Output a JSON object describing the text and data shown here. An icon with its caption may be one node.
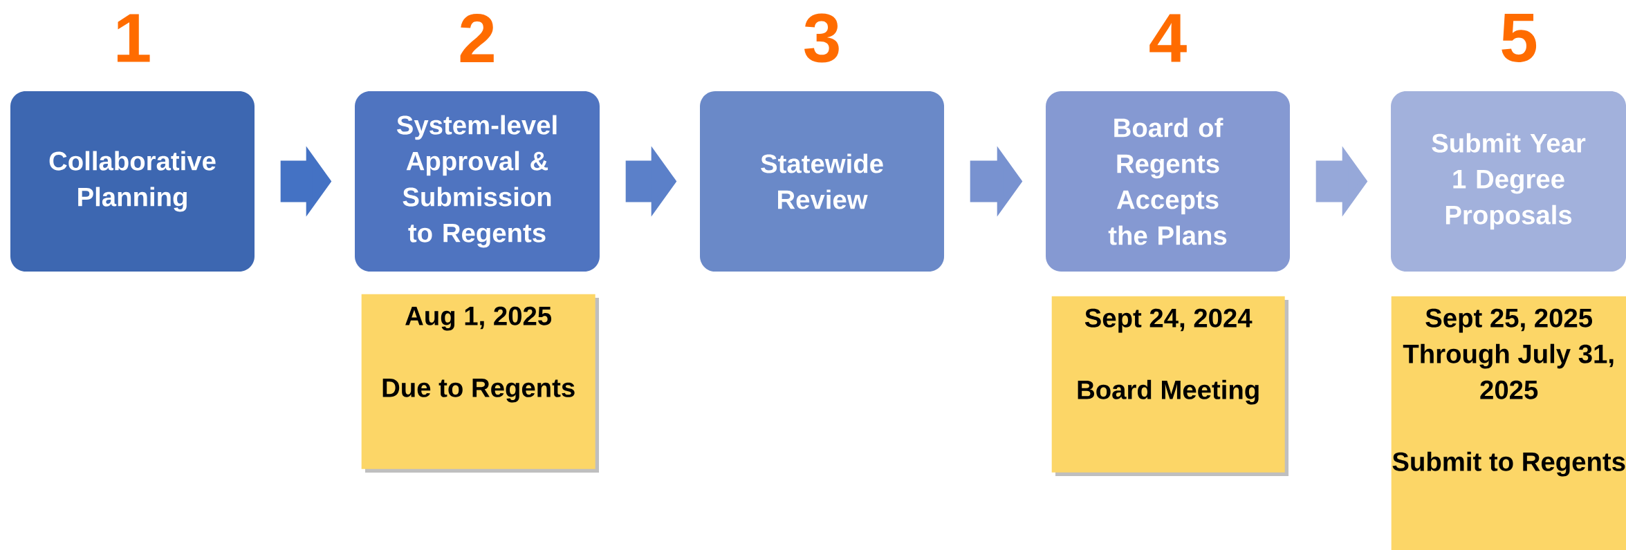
{
  "diagram": {
    "nodes": [
      {
        "text": [
          "Collaborative Planning"
        ],
        "beside": [
          "1"
        ]
      },
      {
        "text": [
          "System-level Approval & Submission to Regents"
        ],
        "beside": [
          "2"
        ]
      },
      {
        "text": [
          "Statewide Review"
        ],
        "beside": [
          "3"
        ]
      },
      {
        "text": [
          "Board of Regents Accepts the Plans"
        ],
        "beside": [
          "4"
        ]
      },
      {
        "text": [
          "Submit Year 1 Degree Proposals"
        ],
        "beside": [
          "5"
        ]
      },
      {
        "text": [
          "Aug 1, 2025",
          "Due to Regents"
        ]
      },
      {
        "text": [
          "Sept 24, 2024",
          "Board Meeting"
        ]
      },
      {
        "text": [
          "Sept 25, 2025 Through July 31, 2025",
          "Submit to Regents"
        ]
      }
    ],
    "edges": [
      {
        "from": 0,
        "to": 1,
        "arrow": "to",
        "color": "#4472c4"
      },
      {
        "from": 1,
        "to": 2,
        "arrow": "to",
        "color": "#5b80c9"
      },
      {
        "from": 2,
        "to": 3,
        "arrow": "to",
        "color": "#7892d0"
      },
      {
        "from": 3,
        "to": 4,
        "arrow": "to",
        "color": "#96a8d9"
      }
    ]
  }
}
